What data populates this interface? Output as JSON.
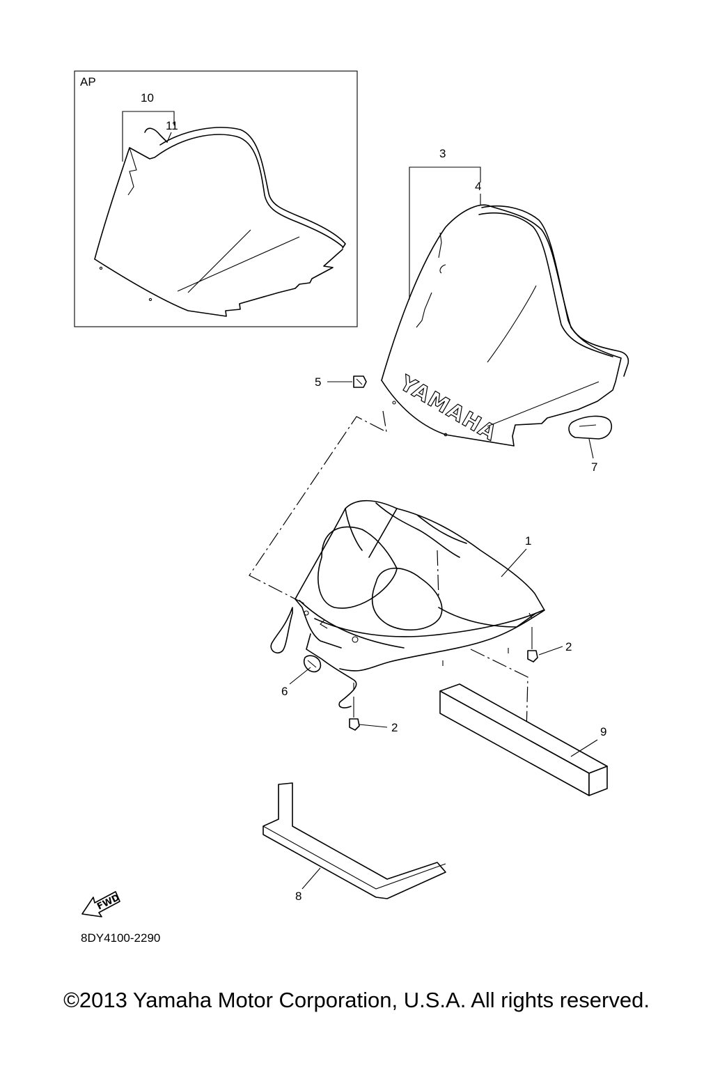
{
  "inset": {
    "label": "AP"
  },
  "callouts": {
    "c10": "10",
    "c11": "11",
    "c3": "3",
    "c4": "4",
    "c5": "5",
    "c7": "7",
    "c1": "1",
    "c2a": "2",
    "c2b": "2",
    "c6": "6",
    "c9": "9",
    "c8": "8"
  },
  "windshield_brand": "YAMAHA",
  "fwd_arrow": {
    "label": "FWD",
    "icon": "fwd-arrow-icon"
  },
  "diagram_code": "8DY4100-2290",
  "copyright": "©2013 Yamaha Motor Corporation, U.S.A. All rights reserved."
}
